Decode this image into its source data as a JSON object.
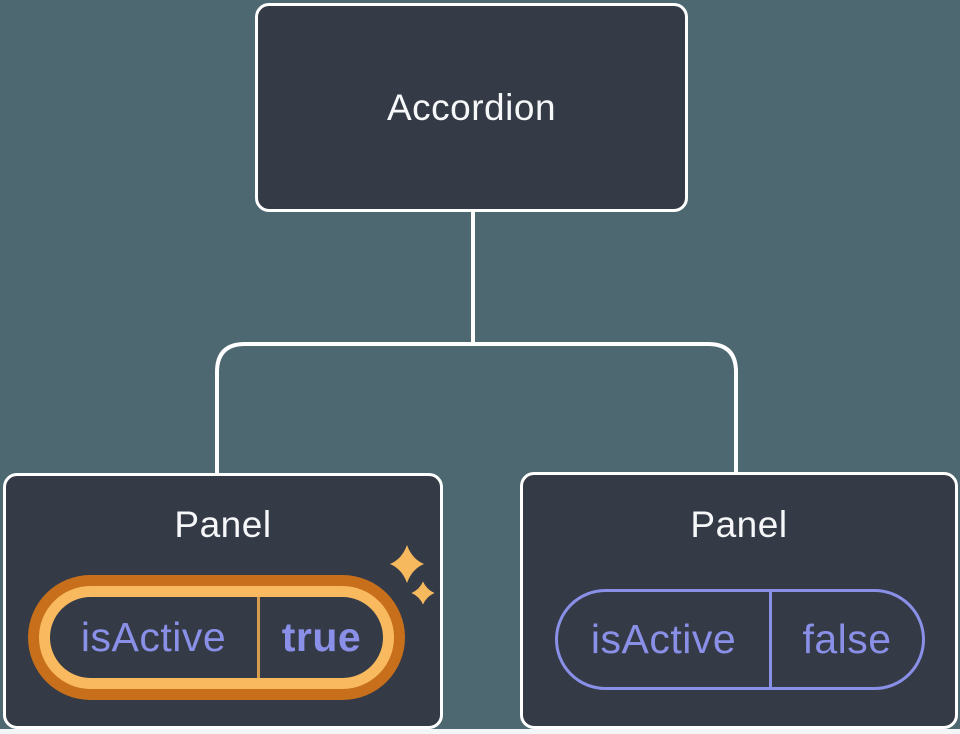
{
  "diagram": {
    "description": "Component tree diagram: Accordion parent with two Panel children holding isActive state",
    "colors": {
      "background": "#4D6870",
      "card_fill": "#353B46",
      "card_border": "#FFFFFF",
      "title_text": "#F6F7F9",
      "state_text_purple": "#8A90E8",
      "highlight_ring_outer": "#C76F1B",
      "highlight_ring_inner": "#F9B95F",
      "highlight_divider": "#D89A4B",
      "sparkle": "#F7B95E",
      "connector_line": "#FFFFFF",
      "page_strip": "#F3F6F7"
    }
  },
  "tree": {
    "root": {
      "label": "Accordion"
    },
    "children": [
      {
        "label": "Panel",
        "state": {
          "key": "isActive",
          "value": "true",
          "highlighted": true
        }
      },
      {
        "label": "Panel",
        "state": {
          "key": "isActive",
          "value": "false",
          "highlighted": false
        }
      }
    ]
  }
}
